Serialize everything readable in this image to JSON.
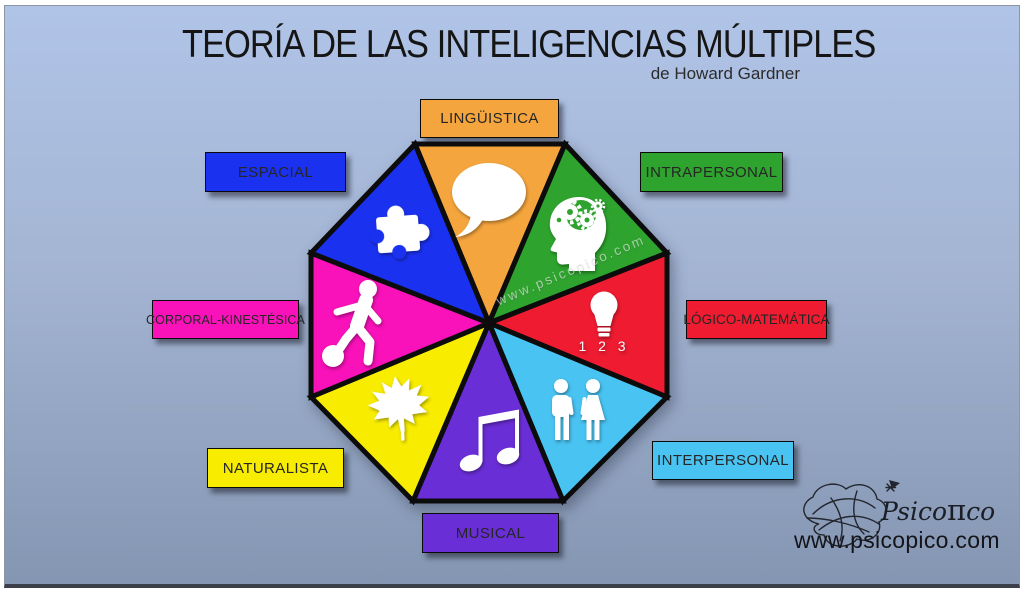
{
  "title": "TEORÍA DE LAS INTELIGENCIAS MÚLTIPLES",
  "subtitle": "de Howard Gardner",
  "watermark": "www.psicopico.com",
  "segments": [
    {
      "id": "linguistica",
      "label": "LINGÜISTICA",
      "color": "#F5A53D",
      "icon": "speech-bubble-icon"
    },
    {
      "id": "intrapersonal",
      "label": "INTRAPERSONAL",
      "color": "#2EA32E",
      "icon": "head-gears-icon"
    },
    {
      "id": "logico",
      "label": "LÓGICO-MATEMÁTICA",
      "color": "#EE1B31",
      "icon": "lightbulb-icon",
      "icon_text": "1 2 3"
    },
    {
      "id": "interpersonal",
      "label": "INTERPERSONAL",
      "color": "#49C3F2",
      "icon": "man-woman-icon"
    },
    {
      "id": "musical",
      "label": "MUSICAL",
      "color": "#6A2ED6",
      "icon": "music-note-icon"
    },
    {
      "id": "naturalista",
      "label": "NATURALISTA",
      "color": "#F8EC00",
      "icon": "maple-leaf-icon"
    },
    {
      "id": "corporal",
      "label": "CORPORAL-KINESTÉSICA",
      "color": "#F911B9",
      "icon": "soccer-player-icon"
    },
    {
      "id": "espacial",
      "label": "ESPACIAL",
      "color": "#1A31F0",
      "icon": "puzzle-piece-icon"
    }
  ],
  "footer": {
    "brand_pre": "Psico",
    "brand_pi": "π",
    "brand_post": "co",
    "url": "www.psicopico.com"
  }
}
